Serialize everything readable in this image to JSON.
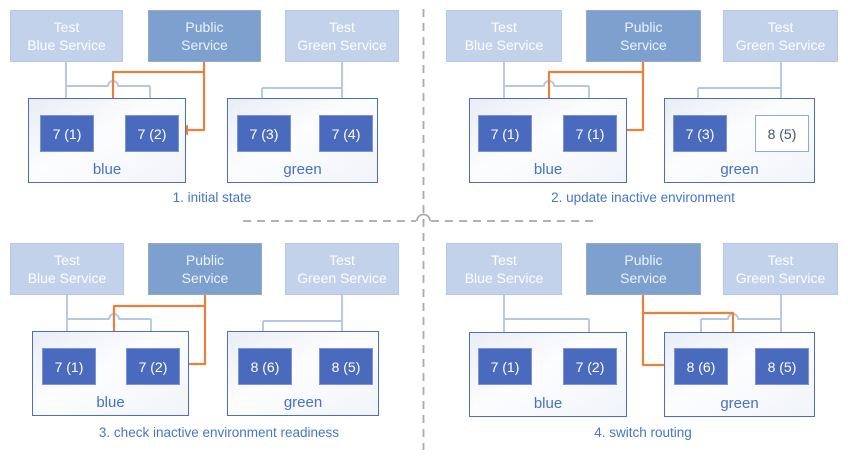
{
  "colors": {
    "test_wire": "#b4c7e6",
    "public_wire": "#e8813b",
    "pod_fill": "#4a6bbd",
    "env_border": "#4a6fc0",
    "label_blue": "#4472c4",
    "divider_gray": "#a9a9a9"
  },
  "quadrants": [
    {
      "caption": "1. initial state",
      "services": [
        {
          "line1": "Test",
          "line2": "Blue Service"
        },
        {
          "line1": "Public",
          "line2": "Service"
        },
        {
          "line1": "Test",
          "line2": "Green Service"
        }
      ],
      "environments": [
        {
          "name": "blue",
          "pods": [
            {
              "value": "7 (1)"
            },
            {
              "value": "7 (2)"
            }
          ]
        },
        {
          "name": "green",
          "pods": [
            {
              "value": "7 (3)"
            },
            {
              "value": "7 (4)"
            }
          ]
        }
      ]
    },
    {
      "caption": "2. update inactive environment",
      "services": [
        {
          "line1": "Test",
          "line2": "Blue Service"
        },
        {
          "line1": "Public",
          "line2": "Service"
        },
        {
          "line1": "Test",
          "line2": "Green Service"
        }
      ],
      "environments": [
        {
          "name": "blue",
          "pods": [
            {
              "value": "7 (1)"
            },
            {
              "value": "7 (1)"
            }
          ]
        },
        {
          "name": "green",
          "pods": [
            {
              "value": "7 (3)"
            },
            {
              "value": "8 (5)"
            }
          ]
        }
      ]
    },
    {
      "caption": "3. check inactive environment readiness",
      "services": [
        {
          "line1": "Test",
          "line2": "Blue Service"
        },
        {
          "line1": "Public",
          "line2": "Service"
        },
        {
          "line1": "Test",
          "line2": "Green Service"
        }
      ],
      "environments": [
        {
          "name": "blue",
          "pods": [
            {
              "value": "7 (1)"
            },
            {
              "value": "7 (2)"
            }
          ]
        },
        {
          "name": "green",
          "pods": [
            {
              "value": "8 (6)"
            },
            {
              "value": "8 (5)"
            }
          ]
        }
      ]
    },
    {
      "caption": "4. switch routing",
      "services": [
        {
          "line1": "Test",
          "line2": "Blue Service"
        },
        {
          "line1": "Public",
          "line2": "Service"
        },
        {
          "line1": "Test",
          "line2": "Green Service"
        }
      ],
      "environments": [
        {
          "name": "blue",
          "pods": [
            {
              "value": "7 (1)"
            },
            {
              "value": "7 (2)"
            }
          ]
        },
        {
          "name": "green",
          "pods": [
            {
              "value": "8 (6)"
            },
            {
              "value": "8 (5)"
            }
          ]
        }
      ]
    }
  ]
}
